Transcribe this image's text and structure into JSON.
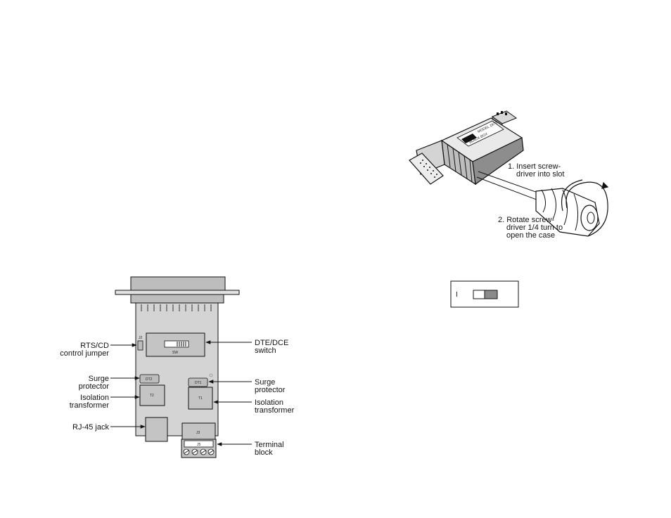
{
  "board": {
    "labels": {
      "rts_cd_line1": "RTS/CD",
      "rts_cd_line2": "control jumper",
      "surge_left_line1": "Surge",
      "surge_left_line2": "protector",
      "iso_left_line1": "Isolation",
      "iso_left_line2": "transformer",
      "rj45": "RJ-45 jack",
      "dte_line1": "DTE/DCE",
      "dte_line2": "switch",
      "surge_right_line1": "Surge",
      "surge_right_line2": "protector",
      "iso_right_line1": "Isolation",
      "iso_right_line2": "transformer",
      "terminal_line1": "Terminal",
      "terminal_line2": "block"
    },
    "components": {
      "j2": "J2",
      "sw": "SW",
      "dt2": "DT2",
      "t2": "T2",
      "dt1": "DT1",
      "t1": "T1",
      "j3": "J3",
      "j5": "J5"
    }
  },
  "case_opening": {
    "step1_line1": "1. Insert screw-",
    "step1_line2": "driver into slot",
    "step2_line1": "2. Rotate screw-",
    "step2_line2": "driver 1/4 turn to",
    "step2_line3": "open the case",
    "device_label_1": "MODEL 1970",
    "device_label_2": "BLACK BOX"
  },
  "switch_box": {
    "label": "I"
  }
}
